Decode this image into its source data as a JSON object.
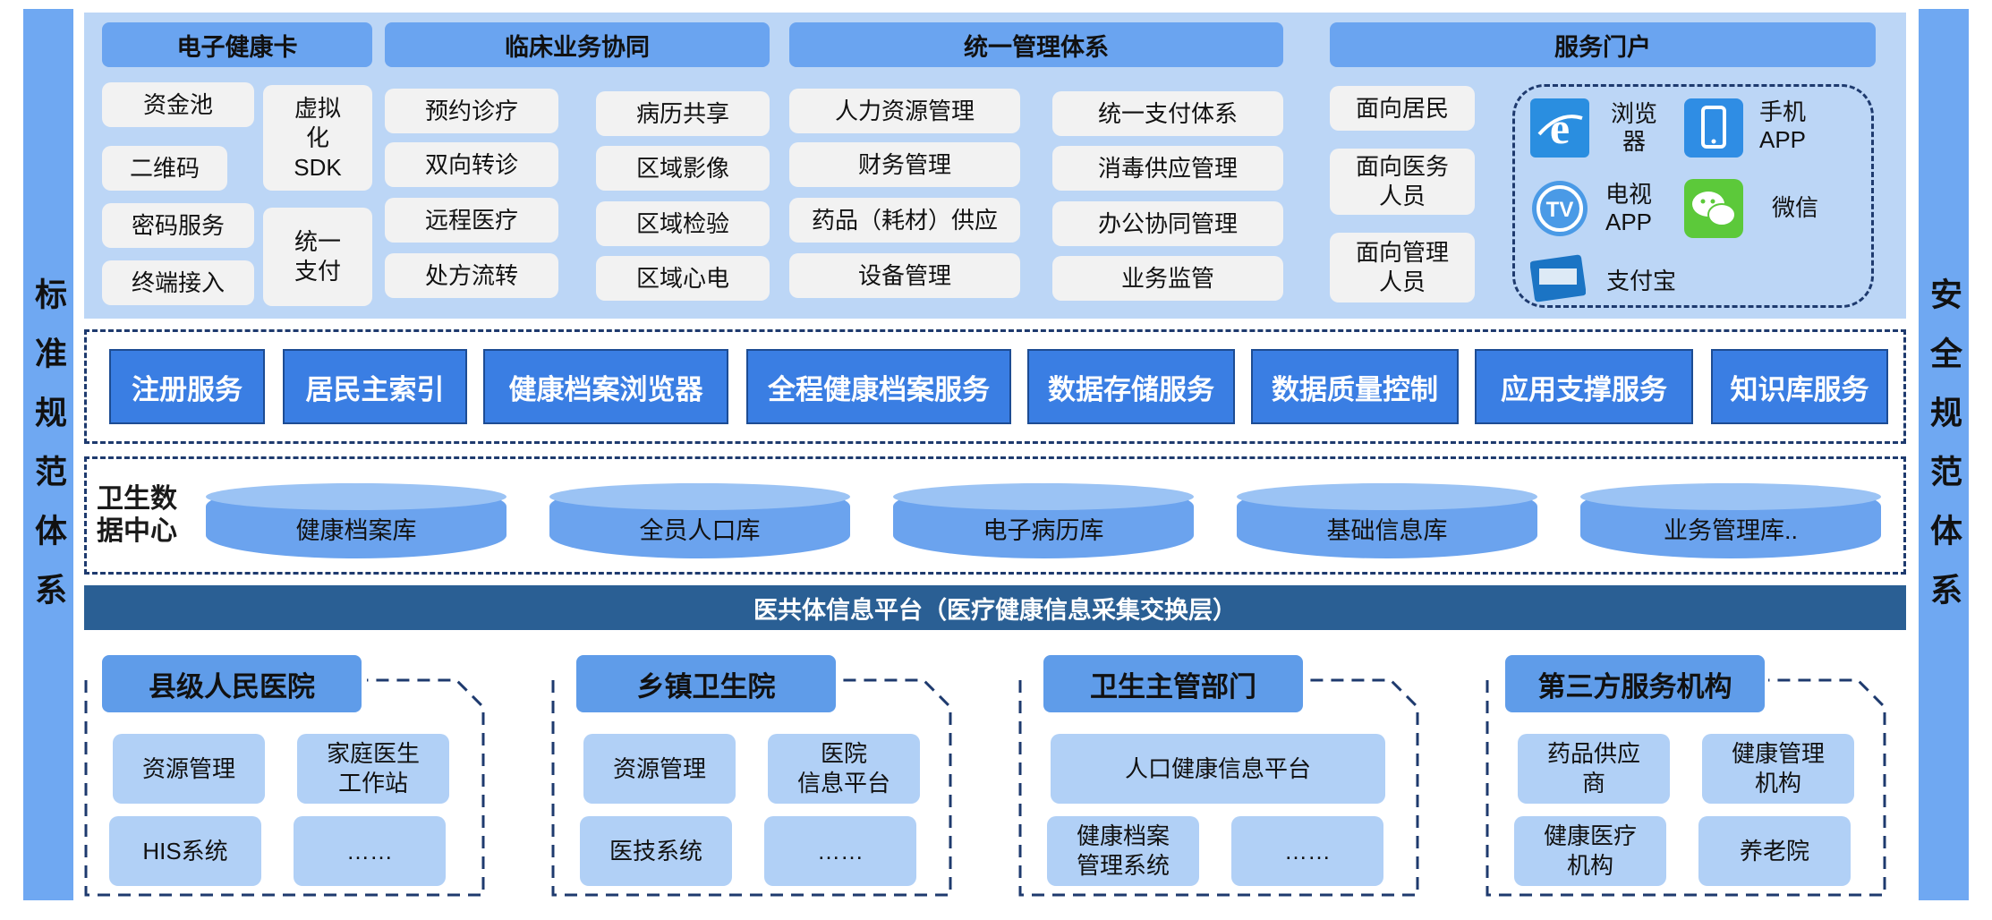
{
  "sides": {
    "left": "标准规范体系",
    "right": "安全规范体系"
  },
  "top": {
    "card": {
      "title": "电子健康卡",
      "items": [
        "资金池",
        "二维码",
        "密码服务",
        "终端接入"
      ],
      "sdk": "虚拟\n化\nSDK",
      "pay": "统一\n支付"
    },
    "clinical": {
      "title": "临床业务协同",
      "left": [
        "预约诊疗",
        "双向转诊",
        "远程医疗",
        "处方流转"
      ],
      "right": [
        "病历共享",
        "区域影像",
        "区域检验",
        "区域心电"
      ]
    },
    "mgmt": {
      "title": "统一管理体系",
      "left": [
        "人力资源管理",
        "财务管理",
        "药品（耗材）供应",
        "设备管理"
      ],
      "right": [
        "统一支付体系",
        "消毒供应管理",
        "办公协同管理",
        "业务监管"
      ]
    },
    "portal": {
      "title": "服务门户",
      "targets": [
        "面向居民",
        "面向医务\n人员",
        "面向管理\n人员"
      ],
      "channels": [
        {
          "label": "浏览\n器",
          "icon": "ie-browser-icon"
        },
        {
          "label": "手机\nAPP",
          "icon": "mobile-phone-icon"
        },
        {
          "label": "电视\nAPP",
          "icon": "tv-icon"
        },
        {
          "label": "微信",
          "icon": "wechat-icon"
        },
        {
          "label": "支付宝",
          "icon": "alipay-icon"
        }
      ]
    }
  },
  "services": [
    "注册服务",
    "居民主索引",
    "健康档案浏览器",
    "全程健康档案服务",
    "数据存储服务",
    "数据质量控制",
    "应用支撑服务",
    "知识库服务"
  ],
  "datacenter": {
    "title": "卫生数\n据中心",
    "dbs": [
      "健康档案库",
      "全员人口库",
      "电子病历库",
      "基础信息库",
      "业务管理库.."
    ]
  },
  "platform": "医共体信息平台（医疗健康信息采集交换层）",
  "institutions": [
    {
      "title": "县级人民医院",
      "cells": [
        "资源管理",
        "家庭医生\n工作站",
        "HIS系统",
        "……"
      ]
    },
    {
      "title": "乡镇卫生院",
      "cells": [
        "资源管理",
        "医院\n信息平台",
        "医技系统",
        "……"
      ]
    },
    {
      "title": "卫生主管部门",
      "cells": [
        "人口健康信息平台",
        "健康档案\n管理系统",
        "……"
      ]
    },
    {
      "title": "第三方服务机构",
      "cells": [
        "药品供应\n商",
        "健康管理\n机构",
        "健康医疗\n机构",
        "养老院"
      ]
    }
  ],
  "colors": {
    "sidebar": "#6fa8f2",
    "service": "#3a7ee3",
    "band": "#2a5f94",
    "panel": "#bcd6f6"
  }
}
